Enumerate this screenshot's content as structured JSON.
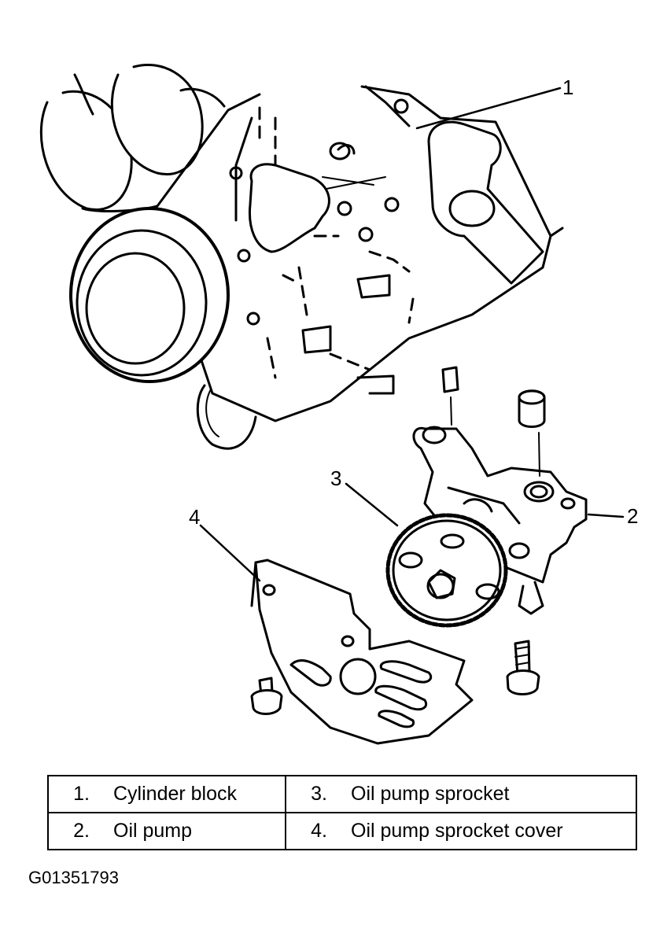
{
  "callouts": [
    {
      "number": "1"
    },
    {
      "number": "2"
    },
    {
      "number": "3"
    },
    {
      "number": "4"
    }
  ],
  "legend": [
    {
      "number": "1.",
      "label": "Cylinder block"
    },
    {
      "number": "3.",
      "label": "Oil pump sprocket"
    },
    {
      "number": "2.",
      "label": "Oil pump"
    },
    {
      "number": "4.",
      "label": "Oil pump sprocket cover"
    }
  ],
  "figure_id": "G01351793",
  "colors": {
    "ink": "#000000",
    "background": "#ffffff"
  }
}
